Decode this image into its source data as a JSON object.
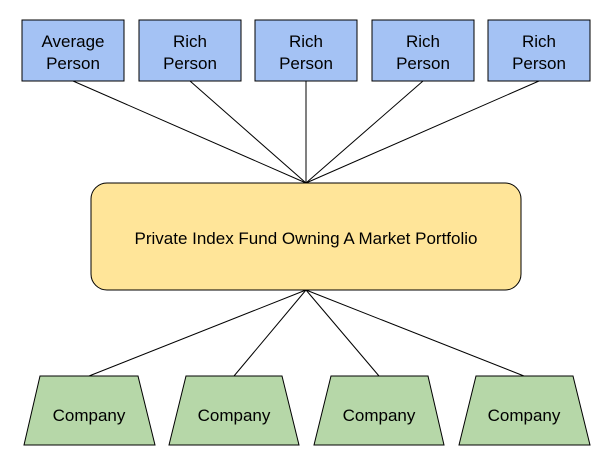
{
  "owners": [
    {
      "lines": [
        "Average",
        "Person"
      ]
    },
    {
      "lines": [
        "Rich",
        "Person"
      ]
    },
    {
      "lines": [
        "Rich",
        "Person"
      ]
    },
    {
      "lines": [
        "Rich",
        "Person"
      ]
    },
    {
      "lines": [
        "Rich",
        "Person"
      ]
    }
  ],
  "fund": {
    "label": "Private Index Fund Owning A Market Portfolio"
  },
  "companies": [
    {
      "label": "Company"
    },
    {
      "label": "Company"
    },
    {
      "label": "Company"
    },
    {
      "label": "Company"
    }
  ],
  "colors": {
    "owner_fill": "#a4c2f4",
    "fund_fill": "#ffe599",
    "company_fill": "#b6d7a8",
    "stroke": "#000000"
  }
}
